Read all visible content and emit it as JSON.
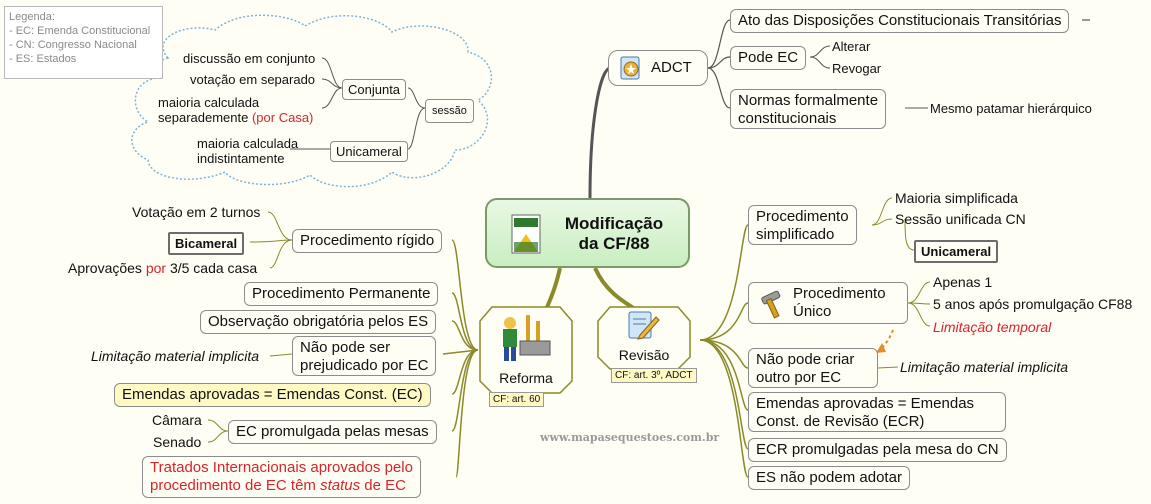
{
  "legend": {
    "title": "Legenda:",
    "items": [
      "- EC: Emenda Constitucional",
      "- CN: Congresso Nacional",
      "- ES: Estados"
    ]
  },
  "center": {
    "line1": "Modificação",
    "line2": "da CF/88"
  },
  "adct": {
    "label": "ADCT",
    "ato": "Ato das Disposições Constitucionais Transitórias",
    "pode_ec": "Pode EC",
    "alterar": "Alterar",
    "revogar": "Revogar",
    "normas_1": "Normas formalmente",
    "normas_2": "constitucionais",
    "patamar": "Mesmo patamar hierárquico"
  },
  "sessao": {
    "label": "sessão",
    "conjunta": "Conjunta",
    "unicameral": "Unicameral",
    "discussao": "discussão em conjunto",
    "votacao": "votação em separado",
    "maioria_sep_1": "maioria calculada",
    "maioria_sep_2": "separademente",
    "por_casa": "(por Casa)",
    "maioria_ind_1": "maioria calculada",
    "maioria_ind_2": "indistintamente"
  },
  "reforma": {
    "label": "Reforma",
    "caption": "CF: art. 60",
    "rigido": "Procedimento rígido",
    "votacao_2": "Votação em 2 turnos",
    "bicameral": "Bicameral",
    "aprovacoes_1": "Aprovações",
    "aprovacoes_por": "por",
    "aprovacoes_2": "3/5 cada casa",
    "permanente": "Procedimento Permanente",
    "observacao": "Observação obrigatória pelos ES",
    "nao_pode_1": "Não pode ser",
    "nao_pode_2": "prejudicado por EC",
    "limitacao": "Limitação material implicita",
    "emendas": "Emendas aprovadas = Emendas Const. (EC)",
    "promulgada": "EC promulgada pelas mesas",
    "camara": "Câmara",
    "senado": "Senado",
    "tratados_1": "Tratados Internacionais aprovados pelo",
    "tratados_2a": "procedimento de EC têm",
    "tratados_status": "status",
    "tratados_2b": "de EC"
  },
  "revisao": {
    "label": "Revisão",
    "caption": "CF: art. 3º, ADCT",
    "simplificado_1": "Procedimento",
    "simplificado_2": "simplificado",
    "maioria": "Maioria simplificada",
    "sessao_unif": "Sessão unificada CN",
    "unicameral": "Unicameral",
    "unico_1": "Procedimento",
    "unico_2": "Único",
    "apenas": "Apenas 1",
    "cinco_anos": "5 anos após promulgação CF88",
    "limitacao_temporal": "Limitação temporal",
    "nao_criar_1": "Não pode criar",
    "nao_criar_2": "outro por EC",
    "limitacao_material": "Limitação material implicita",
    "emendas_1": "Emendas aprovadas = Emendas",
    "emendas_2": "Const. de Revisão (ECR)",
    "ecr": "ECR promulgadas pela mesa do CN",
    "es": "ES não podem adotar"
  },
  "watermark": "www.mapasequestoes.com.br",
  "colors": {
    "branch": "#8a8a2a",
    "stem": "#555555",
    "cloud": "#7fb3d8",
    "dotted": "#e88a2a",
    "center_fill": "#d6f3cf"
  }
}
